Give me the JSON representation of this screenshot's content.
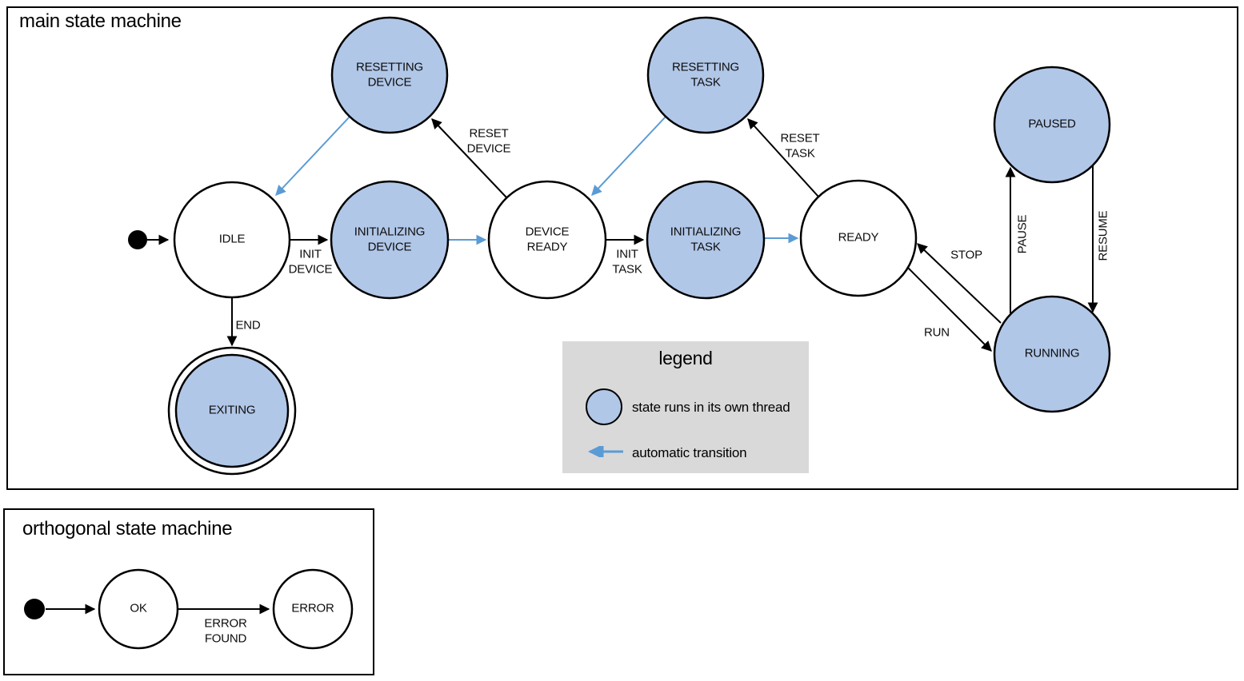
{
  "colors": {
    "state_fill_thread": "#b1c7e8",
    "state_fill_plain": "#ffffff",
    "auto_transition_blue": "#5b9bd5",
    "legend_background": "#d9d9d9",
    "outline": "#000000"
  },
  "main_machine": {
    "title": "main state machine",
    "states": {
      "idle": "IDLE",
      "resetting_device": "RESETTING\nDEVICE",
      "initializing_device": "INITIALIZING\nDEVICE",
      "device_ready": "DEVICE\nREADY",
      "resetting_task": "RESETTING\nTASK",
      "initializing_task": "INITIALIZING\nTASK",
      "ready": "READY",
      "paused": "PAUSED",
      "running": "RUNNING",
      "exiting": "EXITING"
    },
    "transitions": {
      "init_device": "INIT\nDEVICE",
      "reset_device": "RESET\nDEVICE",
      "init_task": "INIT\nTASK",
      "reset_task": "RESET\nTASK",
      "stop": "STOP",
      "run": "RUN",
      "pause": "PAUSE",
      "resume": "RESUME",
      "end": "END"
    }
  },
  "legend": {
    "title": "legend",
    "items": {
      "thread_state": "state runs in its own thread",
      "automatic_transition": "automatic transition"
    }
  },
  "orthogonal_machine": {
    "title": "orthogonal state machine",
    "states": {
      "ok": "OK",
      "error": "ERROR"
    },
    "transitions": {
      "error_found": "ERROR\nFOUND"
    }
  }
}
